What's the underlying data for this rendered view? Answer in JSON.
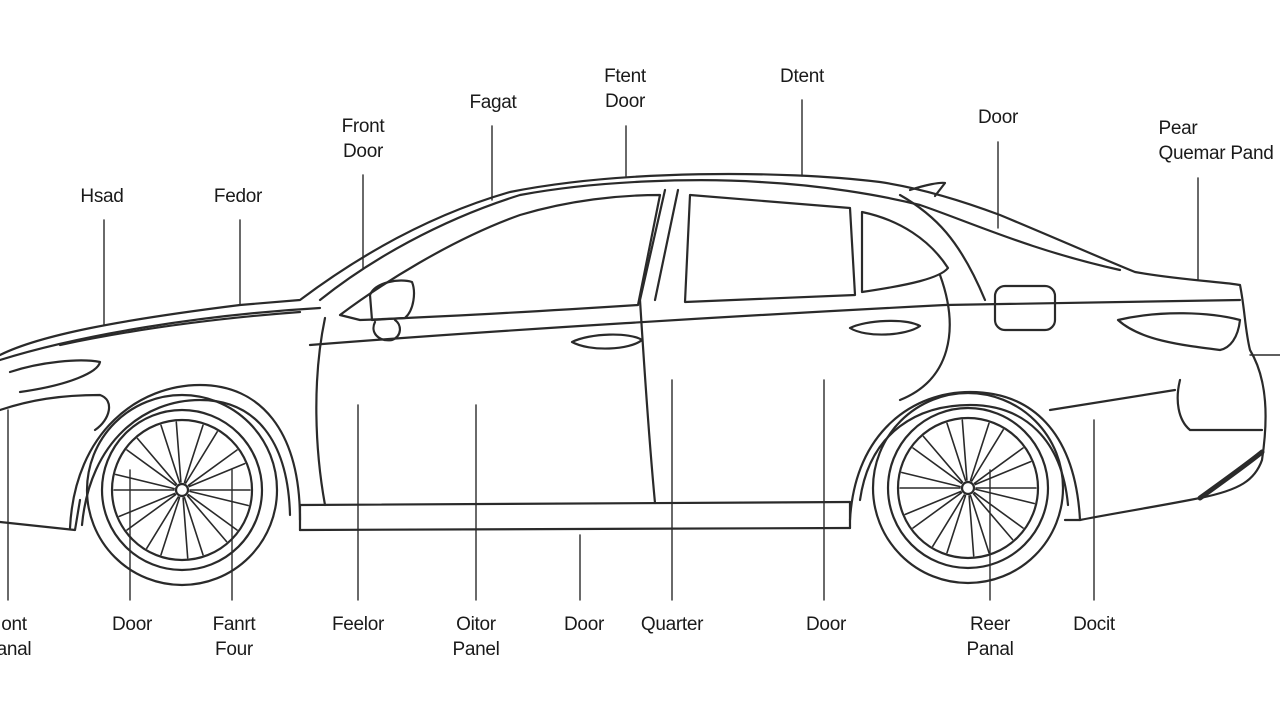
{
  "diagram": {
    "subject": "sedan-side-view",
    "line_color": "#2a2a2a",
    "top_labels": [
      {
        "id": "head",
        "lines": [
          "Hsad"
        ]
      },
      {
        "id": "fender-top",
        "lines": [
          "Fedor"
        ]
      },
      {
        "id": "front-door-top",
        "lines": [
          "Front",
          "Door"
        ]
      },
      {
        "id": "panel-top",
        "lines": [
          "Fagat"
        ]
      },
      {
        "id": "front-door-2-top",
        "lines": [
          "Ftent",
          "Door"
        ]
      },
      {
        "id": "dent-top",
        "lines": [
          "Dtent"
        ]
      },
      {
        "id": "door-top",
        "lines": [
          "Door"
        ]
      },
      {
        "id": "rear-quarter-top",
        "lines": [
          "Pear",
          "Quemar Pand"
        ]
      }
    ],
    "bottom_labels": [
      {
        "id": "front-panel-bottom",
        "lines": [
          "ont",
          "anal"
        ]
      },
      {
        "id": "door-bottom-1",
        "lines": [
          "Door"
        ]
      },
      {
        "id": "front-door-bottom",
        "lines": [
          "Fanrt",
          "Four"
        ]
      },
      {
        "id": "fender-bottom",
        "lines": [
          "Feelor"
        ]
      },
      {
        "id": "outer-panel-bottom",
        "lines": [
          "Oitor",
          "Panel"
        ]
      },
      {
        "id": "door-bottom-2",
        "lines": [
          "Door"
        ]
      },
      {
        "id": "quarter-bottom",
        "lines": [
          "Quarter"
        ]
      },
      {
        "id": "door-bottom-3",
        "lines": [
          "Door"
        ]
      },
      {
        "id": "rear-panel-bottom",
        "lines": [
          "Reer",
          "Panal"
        ]
      },
      {
        "id": "door-bottom-4",
        "lines": [
          "Docit"
        ]
      }
    ]
  }
}
